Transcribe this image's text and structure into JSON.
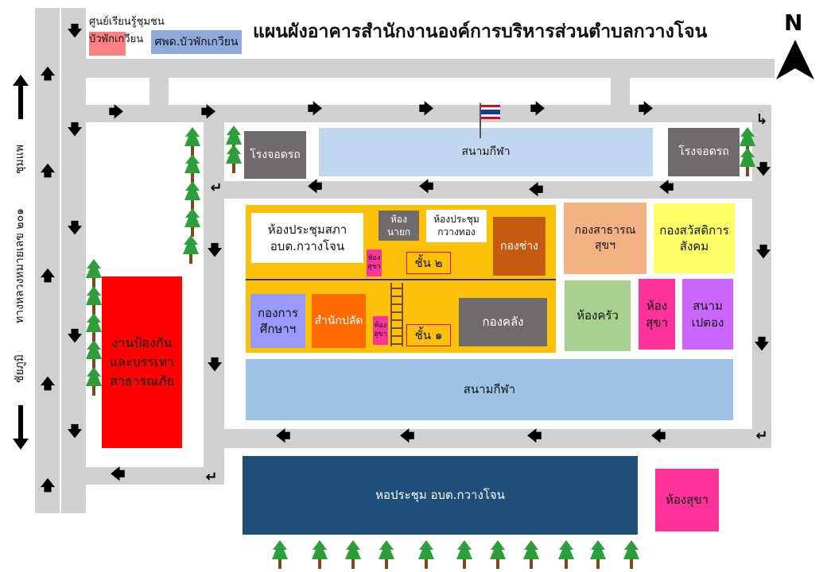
{
  "title": "แผนผังอาคารสำนักงานองค์การบริหารส่วนตำบลกวางโจน",
  "north_label": "N",
  "top_labels": {
    "learning_center": "ศูนย์เรียนรู้ชุมชน",
    "learning_center_sub": "บัวพักเกวียน",
    "library": "ศพด.บัวพักเกวียน"
  },
  "road_labels": {
    "chum_phae": "ชุมแพ",
    "highway": "ทางหลวงหมายเลข ๒๐๑",
    "chaiyaphum": "ชัยภูมิ"
  },
  "buildings": {
    "garage_left": "โรงจอดรถ",
    "sports_top": "สนามกีฬา",
    "garage_right": "โรงจอดรถ",
    "council_room": "ห้องประชุมสภา อบต.กวางโจน",
    "mayor_room": "ห้องนายก",
    "meeting_kwangthong": "ห้องประชุม กวางทอง",
    "engineering": "กองช่าง",
    "restroom_small_2": "ห้อง สุขา",
    "floor_2": "ชั้น ๒",
    "public_health": "กองสาธารณสุขฯ",
    "welfare": "กองสวัสดิการ สังคม",
    "education": "กองการ ศึกษาฯ",
    "clerk_office": "สำนักปลัด",
    "restroom_small_1": "ห้อง สุขา",
    "floor_1": "ชั้น ๑",
    "finance": "กองคลัง",
    "kitchen": "ห้องครัว",
    "restroom": "ห้อง สุขา",
    "petong_field": "สนาม เปตอง",
    "disaster": "งานป้องกัน และบรรเทา สาธารณภัย",
    "sports_bottom": "สนามกีฬา",
    "hall": "หอประชุม อบต.กวางโจน",
    "restroom_bottom": "ห้องสุขา"
  },
  "colors": {
    "road": "#d0d0d0",
    "building_yellow": "#fdc10a",
    "sports": "#c1d7ef",
    "garage": "#6f6b6b",
    "hall": "#1f4e79",
    "disaster": "#ff0000",
    "kitchen": "#a9d08e",
    "magenta": "#ff3399",
    "purple": "#cc66ff",
    "lavender": "#9999ff",
    "orange": "#ff6a00",
    "brown": "#c55a11",
    "salmon": "#f4b183",
    "light_yellow": "#ffff66",
    "pink": "#ff8080",
    "blue_label": "#8faadc"
  },
  "icons": [
    "north-arrow-icon",
    "tree-icon",
    "flag-icon",
    "arrow-icon",
    "stairs-icon"
  ]
}
